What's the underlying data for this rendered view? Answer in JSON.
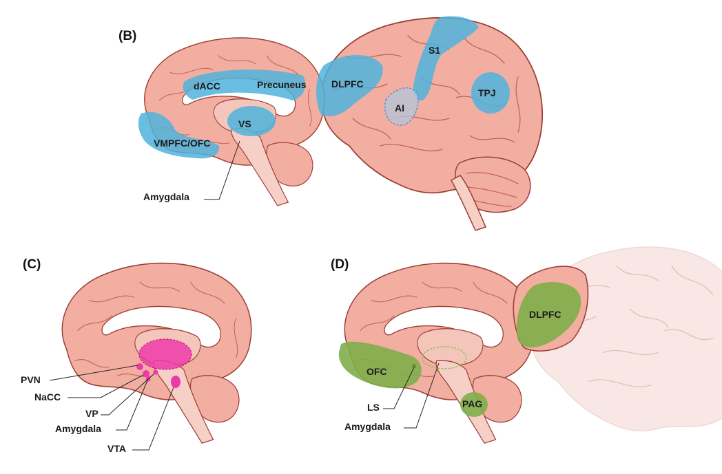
{
  "colors": {
    "brain_fill": "#f3aea2",
    "brain_outline": "#9c3f36",
    "blue_highlight": "#4fb3dc",
    "pink_highlight": "#ee3aa8",
    "green_highlight": "#7fae4a",
    "faded_brain": "#f7e3e0"
  },
  "panel_b": {
    "label": "(B)",
    "regions": {
      "dacc": "dACC",
      "precuneus": "Precuneus",
      "vs": "VS",
      "vmpfc_ofc": "VMPFC/OFC",
      "dlpfc": "DLPFC",
      "s1": "S1",
      "ai": "AI",
      "tpj": "TPJ"
    },
    "callouts": {
      "amygdala": "Amygdala"
    }
  },
  "panel_c": {
    "label": "(C)",
    "callouts": {
      "pvn": "PVN",
      "nacc": "NaCC",
      "vp": "VP",
      "amygdala": "Amygdala",
      "vta": "VTA"
    }
  },
  "panel_d": {
    "label": "(D)",
    "regions": {
      "ofc": "OFC",
      "dlpfc": "DLPFC",
      "pag": "PAG"
    },
    "callouts": {
      "ls": "LS",
      "amygdala": "Amygdala"
    }
  }
}
